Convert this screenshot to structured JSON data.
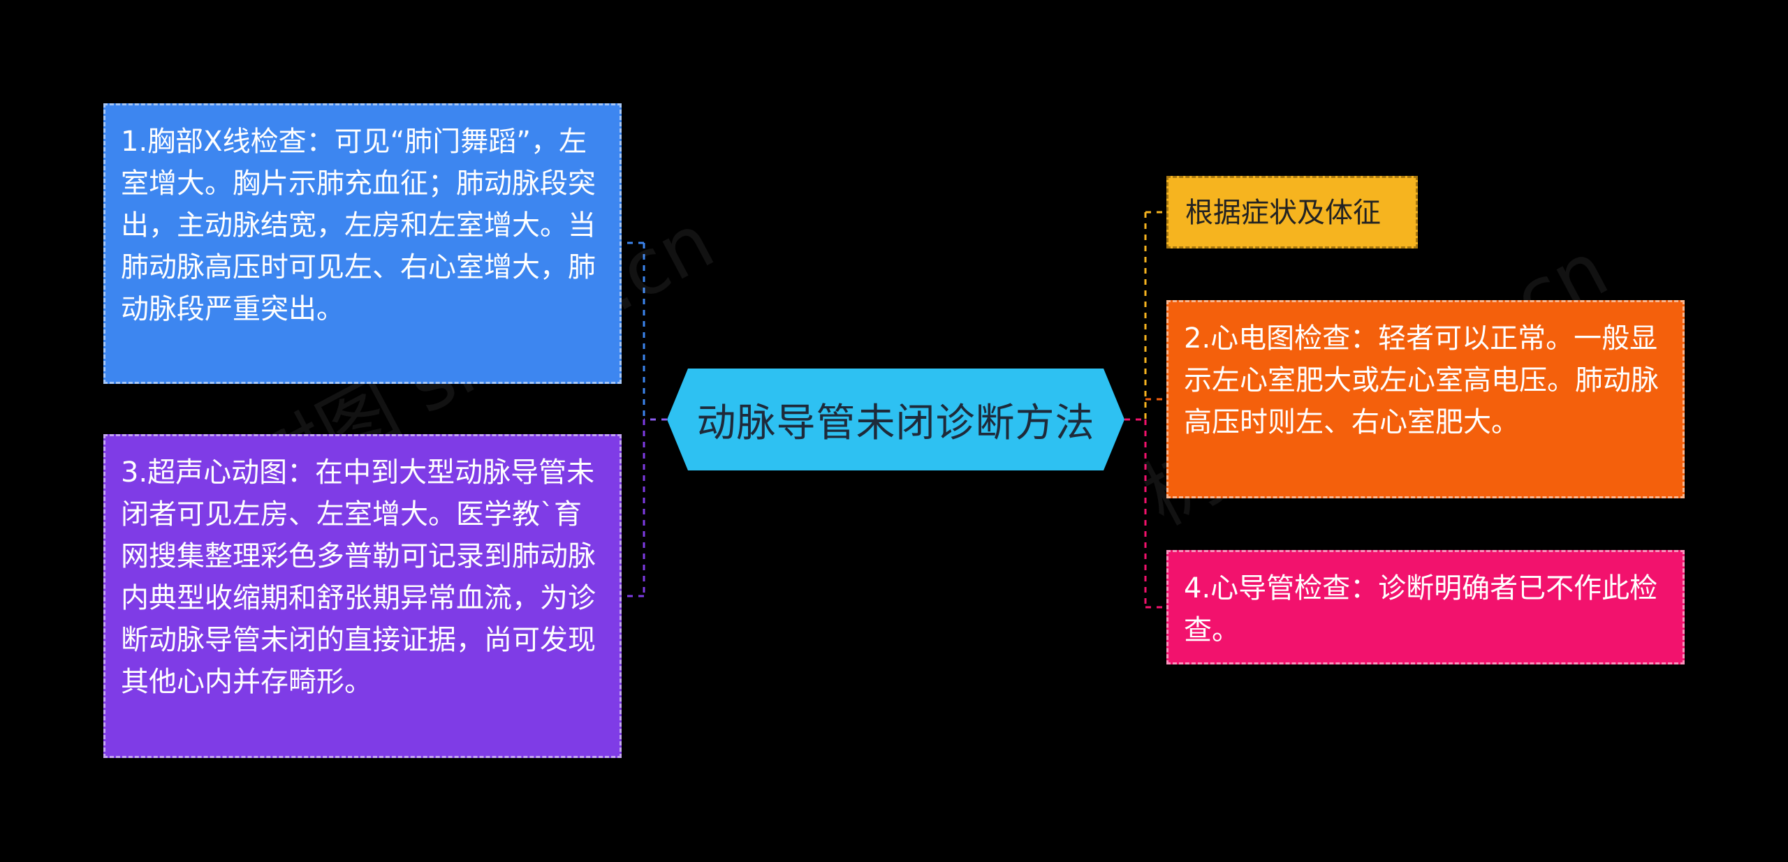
{
  "center": {
    "title": "动脉导管未闭诊断方法",
    "color": "#2ec1f2"
  },
  "nodes": {
    "chest_xray": {
      "text": "1.胸部X线检查：可见“肺门舞蹈”，左室增大。胸片示肺充血征；肺动脉段突出，主动脉结宽，左房和左室增大。当肺动脉高压时可见左、右心室增大，肺动脉段严重突出。",
      "color": "#3d86f0"
    },
    "echo": {
      "text": "3.超声心动图：在中到大型动脉导管未闭者可见左房、左室增大。医学教`育网搜集整理彩色多普勒可记录到肺动脉内典型收缩期和舒张期异常血流，为诊断动脉导管未闭的直接证据，尚可发现其他心内并存畸形。",
      "color": "#7f3ce6"
    },
    "symptoms": {
      "text": "根据症状及体征",
      "color": "#f6b41f"
    },
    "ecg": {
      "text": "2.心电图检查：轻者可以正常。一般显示左心室肥大或左心室高电压。肺动脉高压时则左、右心室肥大。",
      "color": "#f4600c"
    },
    "catheter": {
      "text": "4.心导管检查：诊断明确者已不作此检查。",
      "color": "#f2126d"
    }
  },
  "watermark": {
    "text": "树图 shutu.cn"
  }
}
